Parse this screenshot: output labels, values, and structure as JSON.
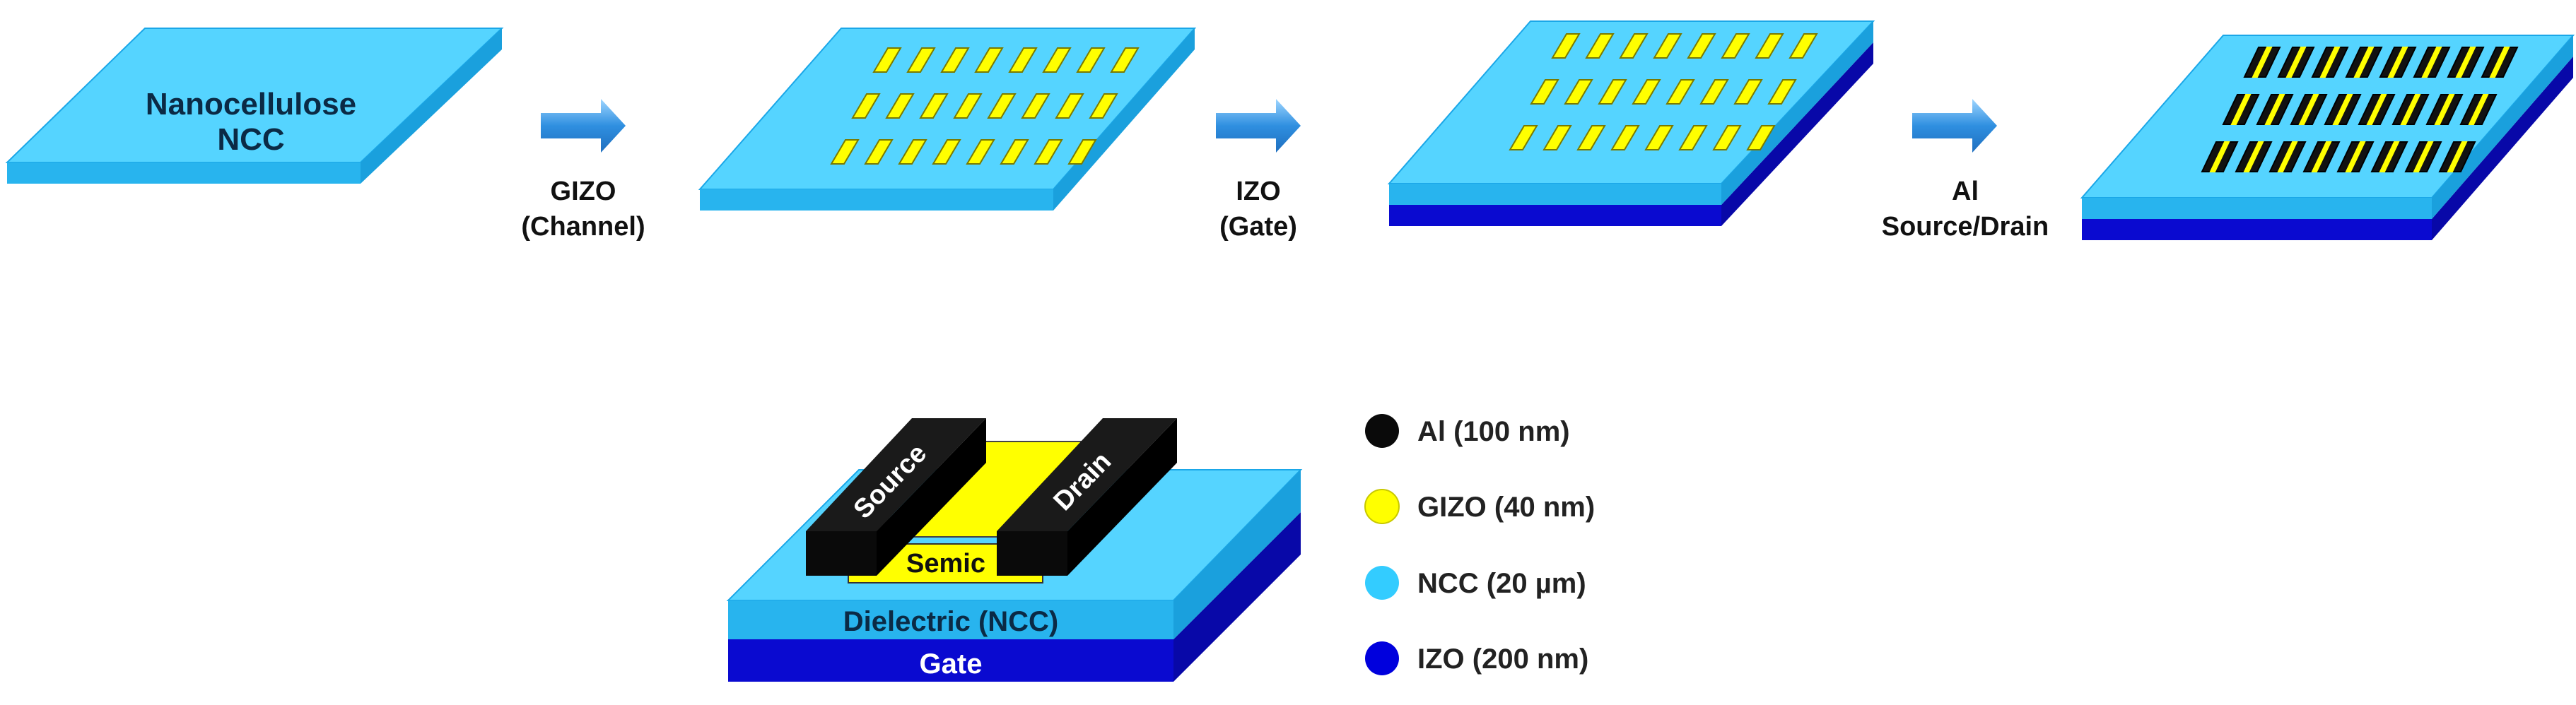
{
  "steps": {
    "substrate_label_line1": "Nanocellulose",
    "substrate_label_line2": "NCC",
    "step1_line1": "GIZO",
    "step1_line2": "(Channel)",
    "step2_line1": "IZO",
    "step2_line2": "(Gate)",
    "step3_line1": "Al",
    "step3_line2": "Source/Drain"
  },
  "device": {
    "source_label": "Source",
    "drain_label": "Drain",
    "semic_label": "Semic",
    "dielectric_label": "Dielectric (NCC)",
    "gate_label": "Gate"
  },
  "legend": {
    "items": [
      {
        "label": "Al (100 nm)",
        "color": "#0a0a0a",
        "name": "al"
      },
      {
        "label": "GIZO (40 nm)",
        "color": "#ffff00",
        "name": "gizo"
      },
      {
        "label": "NCC (20 µm)",
        "color": "#33ccff",
        "name": "ncc"
      },
      {
        "label": "IZO (200 nm)",
        "color": "#0000dd",
        "name": "izo"
      }
    ]
  },
  "colors": {
    "ncc_top": "#55d4ff",
    "ncc_side": "#1aa7e8",
    "izo": "#0a0ad0",
    "gizo": "#ffff00",
    "al": "#111111",
    "arrow": "#2f8fe0"
  }
}
